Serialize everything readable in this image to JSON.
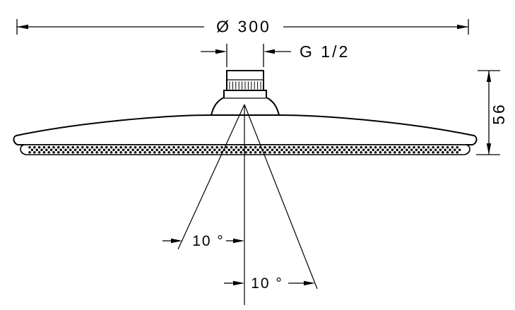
{
  "drawing": {
    "background": "#ffffff",
    "line_color": "#000000",
    "labels": {
      "diameter": "Ø 300",
      "thread": "G 1/2",
      "height": "56",
      "spray_angle_upper": "10 °",
      "spray_angle_lower": "10 °"
    }
  }
}
